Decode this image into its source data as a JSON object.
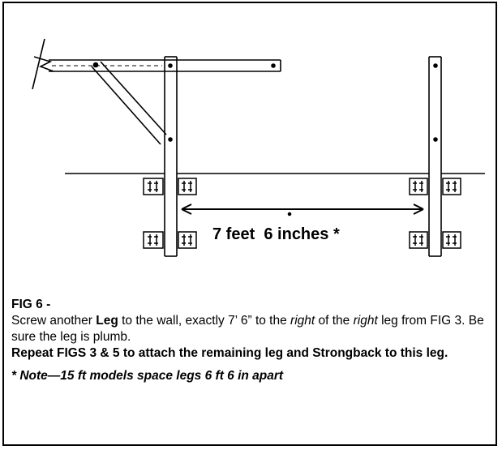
{
  "figure": {
    "dimension_label": "7 feet  6 inches *",
    "title": "FIG 6  -",
    "body_1": "Screw another ",
    "leg_word": "Leg",
    "body_2": " to the wall, exactly 7’ 6”  to the ",
    "right_1": "right",
    "body_3": " of the ",
    "right_2": "right",
    "body_4": " leg from FIG 3.  Be sure the leg is plumb.",
    "repeat_text": "Repeat FIGS 3 & 5 to attach the remaining leg and Strongback to this leg.",
    "note": "* Note—15 ft models space legs 6 ft 6 in apart"
  },
  "colors": {
    "ink": "#000000",
    "background": "#ffffff"
  }
}
